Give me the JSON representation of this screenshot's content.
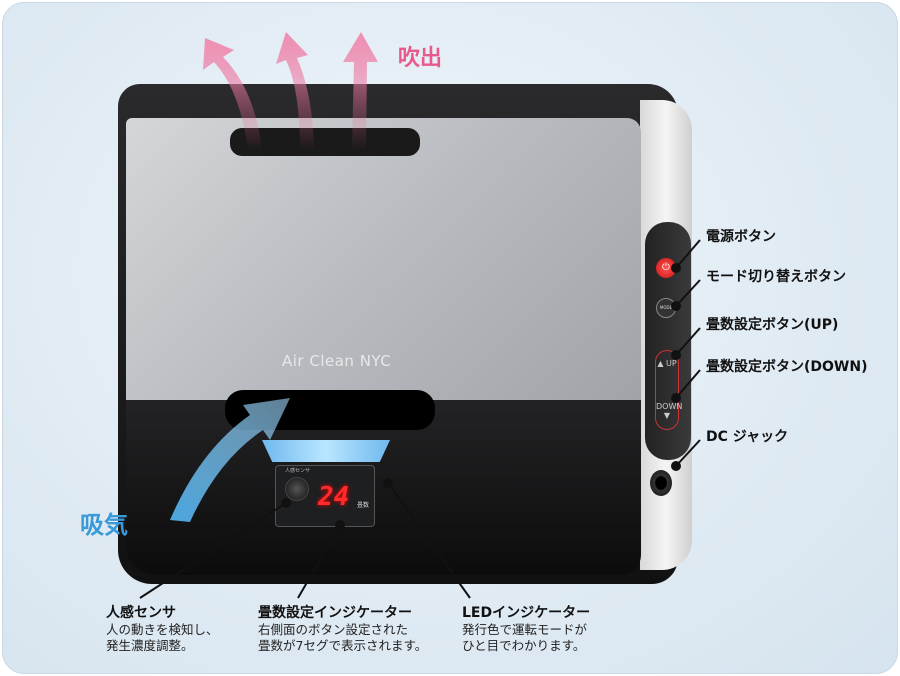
{
  "device": {
    "brand": "Air Clean NYC",
    "display_value": "24",
    "display_unit": "畳数",
    "sensor_label": "人感センサ",
    "mode_button_text": "MODE",
    "up_text": "▲ UP",
    "down_text": "DOWN ▼"
  },
  "airflow": {
    "outlet": "吹出",
    "intake": "吸気",
    "outlet_color": "#e85a8c",
    "intake_color": "#3a9ad9"
  },
  "callouts_right": [
    {
      "label": "電源ボタン"
    },
    {
      "label": "モード切り替えボタン"
    },
    {
      "label": "畳数設定ボタン(UP)"
    },
    {
      "label": "畳数設定ボタン(DOWN)"
    },
    {
      "label": "DC ジャック"
    }
  ],
  "callouts_bottom": [
    {
      "label": "人感センサ",
      "desc1": "人の動きを検知し、",
      "desc2": "発生濃度調整。"
    },
    {
      "label": "畳数設定インジケーター",
      "desc1": "右側面のボタン設定された",
      "desc2": "畳数が7セグで表示されます。"
    },
    {
      "label": "LEDインジケーター",
      "desc1": "発行色で運転モードが",
      "desc2": "ひと目でわかります。"
    }
  ]
}
